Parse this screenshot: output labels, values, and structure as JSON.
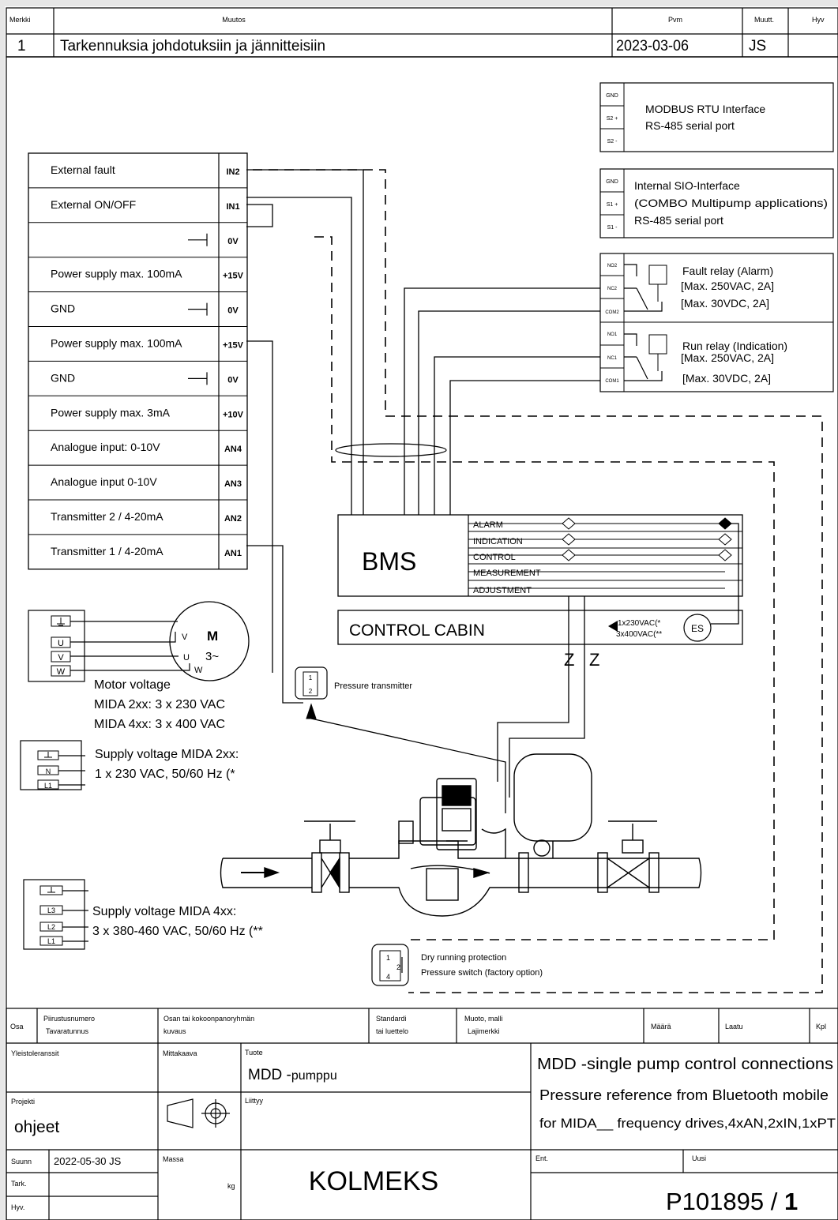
{
  "revision": {
    "hdr_mark": "Merkki",
    "hdr_change": "Muutos",
    "hdr_date": "Pvm",
    "hdr_changed": "Muutt.",
    "hdr_approved": "Hyv",
    "mark": "1",
    "change": "Tarkennuksia johdotuksiin ja jännitteisiin",
    "date": "2023-03-06",
    "changed_by": "JS"
  },
  "interfaces": {
    "modbus": {
      "pins": [
        "GND",
        "S2 +",
        "S2 -"
      ],
      "lines": [
        "MODBUS RTU Interface",
        "RS-485 serial port"
      ]
    },
    "sio": {
      "pins": [
        "GND",
        "S1 +",
        "S1 -"
      ],
      "lines": [
        "Internal SIO-Interface",
        "(COMBO Multipump applications)",
        "RS-485 serial port"
      ]
    },
    "fault_relay": {
      "pins": [
        "NO2",
        "NC2",
        "COM2"
      ],
      "lines": [
        "Fault relay (Alarm)",
        "[Max. 250VAC, 2A]",
        "[Max. 30VDC, 2A]"
      ]
    },
    "run_relay": {
      "pins": [
        "NO1",
        "NC1",
        "COM1"
      ],
      "lines": [
        "Run relay (Indication)",
        "[Max. 250VAC, 2A]",
        "[Max. 30VDC, 2A]"
      ]
    }
  },
  "terminals": [
    {
      "label": "External fault",
      "code": "IN2"
    },
    {
      "label": "External ON/OFF",
      "code": "IN1"
    },
    {
      "label": "",
      "code": "0V"
    },
    {
      "label": "Power supply max. 100mA",
      "code": "+15V"
    },
    {
      "label": "GND",
      "code": "0V"
    },
    {
      "label": "Power supply max. 100mA",
      "code": "+15V"
    },
    {
      "label": "GND",
      "code": "0V"
    },
    {
      "label": "Power supply max. 3mA",
      "code": "+10V"
    },
    {
      "label": "Analogue input: 0-10V",
      "code": "AN4"
    },
    {
      "label": "Analogue input 0-10V",
      "code": "AN3"
    },
    {
      "label": "Transmitter 2 / 4-20mA",
      "code": "AN2"
    },
    {
      "label": "Transmitter 1 / 4-20mA",
      "code": "AN1"
    }
  ],
  "bms": {
    "title": "BMS",
    "signals": [
      "ALARM",
      "INDICATION",
      "CONTROL",
      "MEASUREMENT",
      "ADJUSTMENT"
    ]
  },
  "control_cabin": {
    "title": "CONTROL CABIN",
    "supply_1": "1x230VAC(*",
    "supply_3": "3x400VAC(**",
    "es": "ES",
    "z_marks": [
      "Z",
      "Z"
    ]
  },
  "motor": {
    "symbol": "M",
    "phase": "3~",
    "terminals": [
      "U",
      "V",
      "W"
    ],
    "winding_labels": [
      "V",
      "U",
      "W"
    ],
    "caption": [
      "Motor voltage",
      "MIDA 2xx: 3 x 230 VAC",
      "MIDA 4xx: 3 x 400 VAC"
    ]
  },
  "supply_2xx": {
    "terminals": [
      "N",
      "L1"
    ],
    "caption": [
      "Supply voltage MIDA 2xx:",
      "1 x 230 VAC, 50/60 Hz (*"
    ]
  },
  "supply_4xx": {
    "terminals": [
      "L3",
      "L2",
      "L1"
    ],
    "caption": [
      "Supply voltage MIDA 4xx:",
      "3 x 380-460 VAC, 50/60 Hz (**"
    ]
  },
  "pressure_transmitter": {
    "label": "Pressure transmitter",
    "pins": [
      "1",
      "2"
    ]
  },
  "dry_running": {
    "lines": [
      "Dry running protection",
      "Pressure switch (factory option)"
    ],
    "pins": [
      "1",
      "2",
      "4"
    ]
  },
  "title_block": {
    "osa": "Osa",
    "piirustusnumero": "Piirustusnumero",
    "tavaratunnus": "Tavaratunnus",
    "osan_kuvaus_1": "Osan tai kokoonpanoryhmän",
    "osan_kuvaus_2": "kuvaus",
    "standardi": "Standardi",
    "tai_luettelo": "tai luettelo",
    "muoto_malli": "Muoto, malli",
    "lajimerkki": "Lajimerkki",
    "maara": "Määrä",
    "laatu": "Laatu",
    "kpl": "Kpl",
    "yleistoleranssit": "Yleistoleranssit",
    "mittakaava": "Mittakaava",
    "tuote_label": "Tuote",
    "tuote_prefix": "MDD -",
    "tuote_suffix": "pumppu",
    "projekti_label": "Projekti",
    "projekti": "ohjeet",
    "liittyy": "Liittyy",
    "title_1": "MDD -single pump control connections",
    "title_2": "Pressure reference from Bluetooth mobile",
    "title_3": "for MIDA__ frequency drives,4xAN,2xIN,1xPT",
    "suunn_label": "Suunn",
    "suunn": "2022-05-30 JS",
    "massa": "Massa",
    "tark": "Tark.",
    "kg": "kg",
    "hyv": "Hyv.",
    "company": "KOLMEKS",
    "ent": "Ent.",
    "uusi": "Uusi",
    "drawing_no": "P101895 / ",
    "sheet": "1"
  }
}
